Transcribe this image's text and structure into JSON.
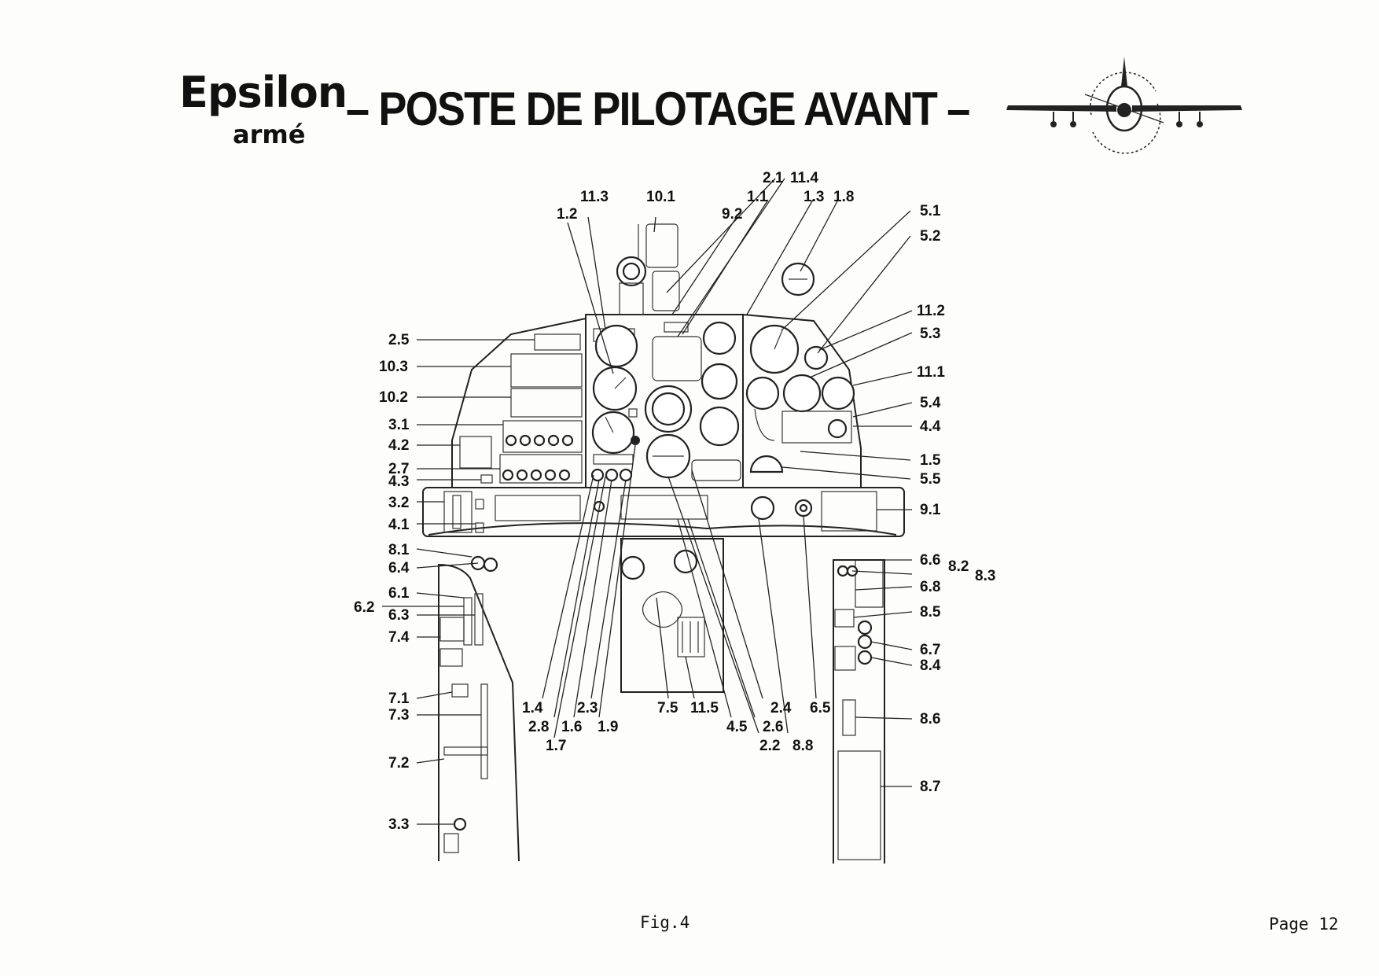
{
  "header": {
    "brand": "Epsilon",
    "brand_sub": "armé",
    "title": "– POSTE DE PILOTAGE AVANT –"
  },
  "callouts": {
    "c_11_3": "11.3",
    "c_10_1": "10.1",
    "c_1_2": "1.2",
    "c_2_1": "2.1",
    "c_11_4": "11.4",
    "c_1_1": "1.1",
    "c_9_2": "9.2",
    "c_1_3": "1.3",
    "c_1_8": "1.8",
    "c_5_1": "5.1",
    "c_5_2": "5.2",
    "c_11_2": "11.2",
    "c_5_3": "5.3",
    "c_11_1": "11.1",
    "c_5_4": "5.4",
    "c_4_4": "4.4",
    "c_1_5": "1.5",
    "c_5_5": "5.5",
    "c_9_1": "9.1",
    "c_2_5": "2.5",
    "c_10_3": "10.3",
    "c_10_2": "10.2",
    "c_3_1": "3.1",
    "c_4_2": "4.2",
    "c_2_7": "2.7",
    "c_4_3": "4.3",
    "c_3_2": "3.2",
    "c_4_1": "4.1",
    "c_8_1": "8.1",
    "c_6_4": "6.4",
    "c_6_1": "6.1",
    "c_6_2": "6.2",
    "c_6_3": "6.3",
    "c_7_4": "7.4",
    "c_7_1": "7.1",
    "c_7_3": "7.3",
    "c_7_2": "7.2",
    "c_3_3": "3.3",
    "c_1_4": "1.4",
    "c_2_3": "2.3",
    "c_2_8": "2.8",
    "c_1_6": "1.6",
    "c_1_9": "1.9",
    "c_1_7": "1.7",
    "c_7_5": "7.5",
    "c_11_5": "11.5",
    "c_4_5": "4.5",
    "c_2_4": "2.4",
    "c_2_6": "2.6",
    "c_2_2": "2.2",
    "c_8_8": "8.8",
    "c_6_5": "6.5",
    "c_6_6": "6.6",
    "c_8_2": "8.2",
    "c_8_3": "8.3",
    "c_6_8": "6.8",
    "c_8_5": "8.5",
    "c_6_7": "6.7",
    "c_8_4": "8.4",
    "c_8_6": "8.6",
    "c_8_7": "8.7"
  },
  "footer": {
    "caption": "Fig.4",
    "page": "Page 12"
  }
}
